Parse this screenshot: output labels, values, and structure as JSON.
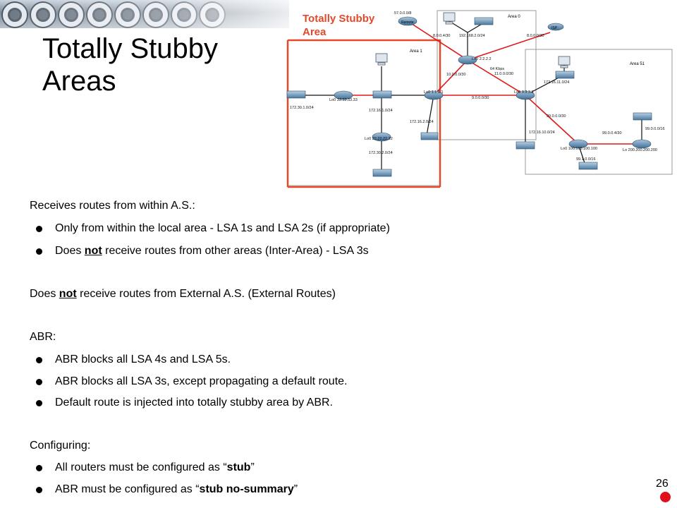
{
  "slide": {
    "title": "Totally Stubby Areas",
    "page_number": "26"
  },
  "diagram": {
    "callout": "Totally Stubby Area",
    "areas": [
      "Area 0",
      "Area 1",
      "Area 51"
    ],
    "devices": {
      "remote": "Remote",
      "isp": "ISP"
    },
    "labels": {
      "net_57": "57.0.0.0/8",
      "net_8_4": "8.0.0.4/30",
      "net_192": "192.168.2.0/24",
      "net_8_0": "8.0.0.0/30",
      "lo_2": "Lo0 2.2.2.2",
      "kbps": "64 Kbps",
      "net_10": "10.0.0.0/30",
      "net_11": "11.0.0.0/30",
      "lo_33": "Lo0 33.33.33.33",
      "lo_1": "Lo0 1.1.1.1",
      "net_9": "9.0.0.0/30",
      "lo_3": "Lo0 3.3.3.3",
      "net_172_30_1": "172.30.1.0/24",
      "net_172_16_1": "172.16.1.0/24",
      "net_172_16_2": "172.16.2.0/24",
      "lo_22": "Lo0 22.22.22.22",
      "net_172_30_2": "172.30.2.0/24",
      "net_172_16_11": "172.16.11.0/24",
      "net_99_0": "99.0.0.0/30",
      "net_172_16_10": "172.16.10.0/24",
      "net_99_4": "99.0.0.4/30",
      "net_99_16": "99.0.0.0/16",
      "lo_100": "Lo0 100.100.100.100",
      "lo_200": "Lo 200.200.200.200",
      "net_99_1": "99.1.0.0/16"
    }
  },
  "body": {
    "h1": "Receives routes from within A.S.:",
    "b1": "Only from within the local area - LSA 1s and LSA 2s (if appropriate)",
    "b2_pre": "Does ",
    "b2_em": "not",
    "b2_post": " receive routes from other areas (Inter-Area) - LSA 3s",
    "h2_pre": "Does ",
    "h2_em": "not",
    "h2_post": " receive routes from External A.S. (External Routes)",
    "h3": "ABR:",
    "b3": "ABR blocks all LSA 4s and LSA 5s.",
    "b4": "ABR blocks all LSA 3s, except propagating a default route.",
    "b5": "Default route is injected into totally stubby area by ABR.",
    "h4": "Configuring:",
    "b6_pre": "All routers must be configured as “",
    "b6_em": "stub",
    "b6_post": "”",
    "b7_pre": "ABR must be configured as “",
    "b7_em": "stub no-summary",
    "b7_post": "”"
  }
}
